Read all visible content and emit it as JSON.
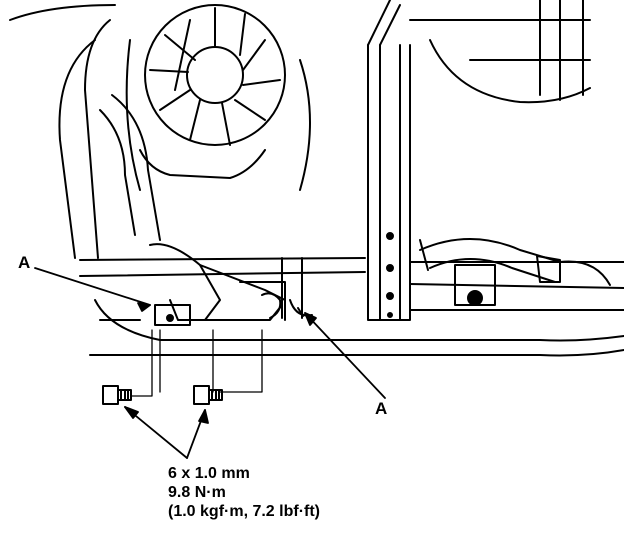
{
  "callouts": {
    "left_label": "A",
    "right_label": "A"
  },
  "fastener_spec": {
    "size": "6 x 1.0 mm",
    "torque_nm": "9.8 N·m",
    "torque_alt": "(1.0 kgf·m, 7.2 lbf·ft)"
  },
  "colors": {
    "ink": "#000000",
    "paper": "#ffffff"
  }
}
